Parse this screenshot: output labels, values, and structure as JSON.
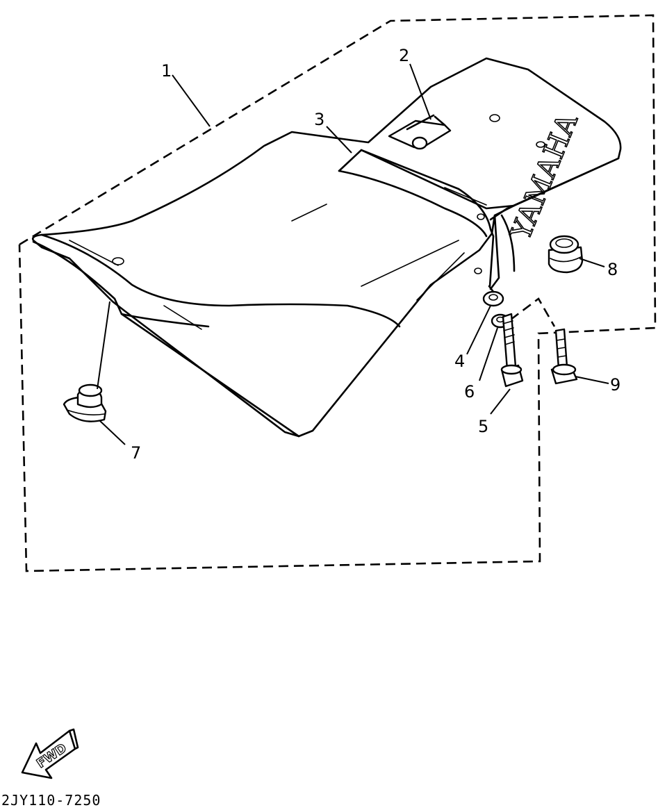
{
  "callouts": [
    {
      "id": "1",
      "label": "1"
    },
    {
      "id": "2",
      "label": "2"
    },
    {
      "id": "3",
      "label": "3"
    },
    {
      "id": "4",
      "label": "4"
    },
    {
      "id": "5",
      "label": "5"
    },
    {
      "id": "6",
      "label": "6"
    },
    {
      "id": "7",
      "label": "7"
    },
    {
      "id": "8",
      "label": "8"
    },
    {
      "id": "9",
      "label": "9"
    }
  ],
  "seat_brand": "YAMAHA",
  "fwd_label": "FWD",
  "diagram_code": "2JY110-7250",
  "icons": {
    "forward": "forward-arrow-icon"
  }
}
